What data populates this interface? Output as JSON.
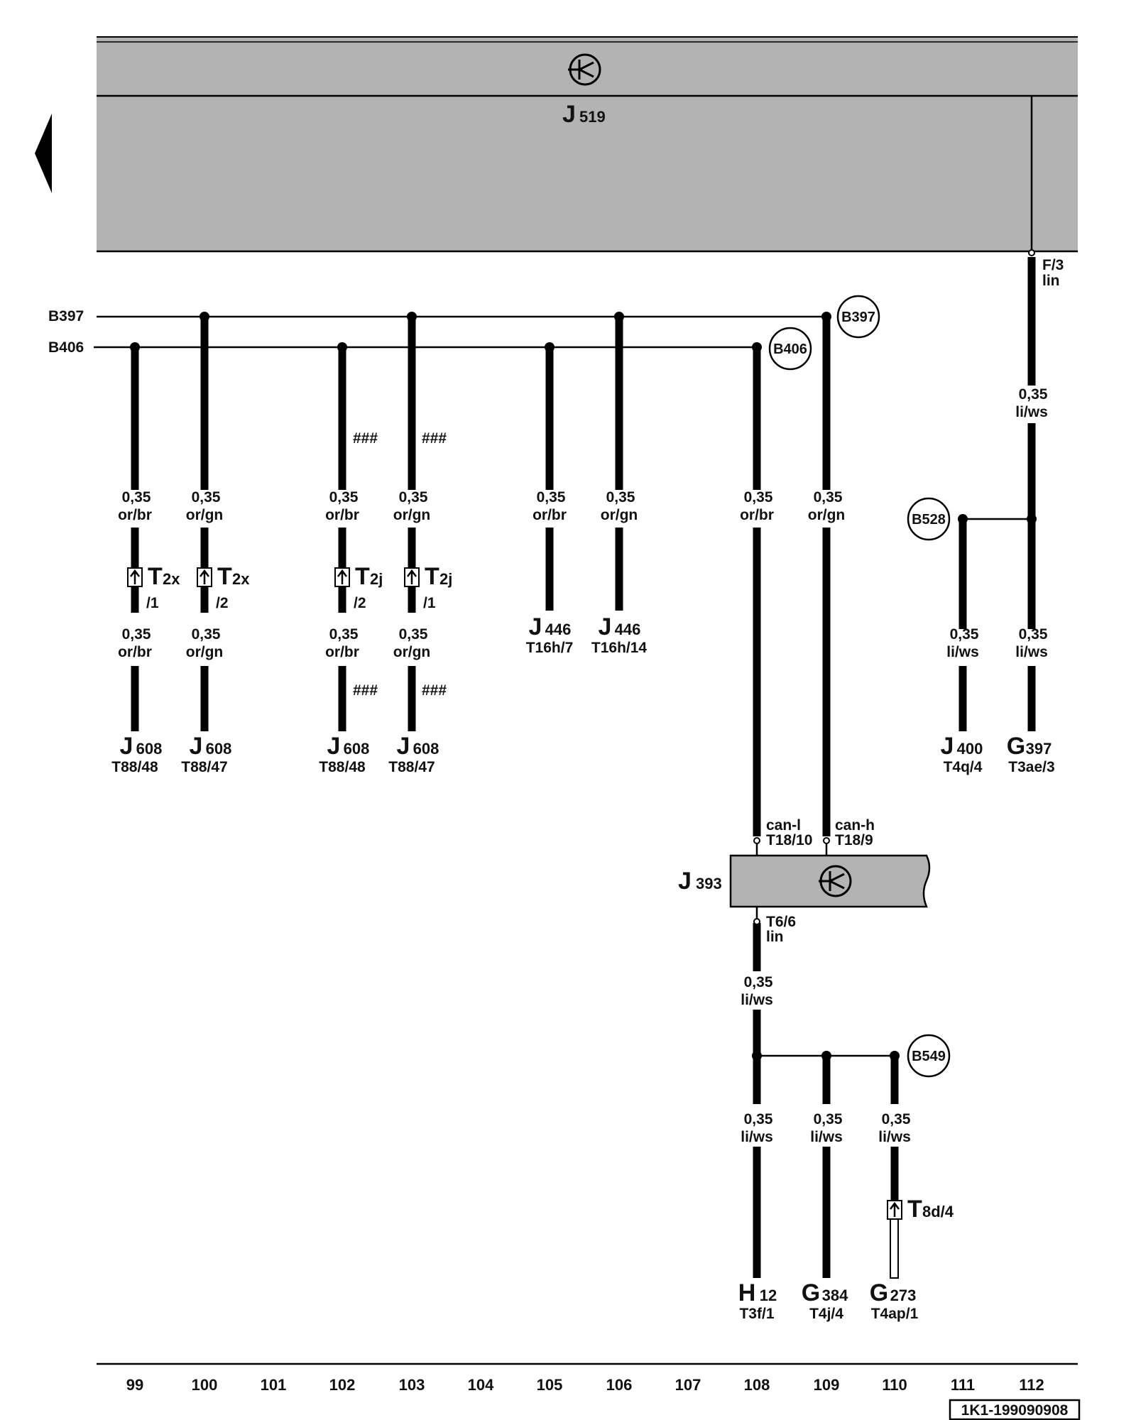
{
  "colors": {
    "module_fill": "#b3b3b3",
    "wire": "#000000",
    "background": "#ffffff"
  },
  "icons": {
    "control_unit_symbol": "network-transistor-icon",
    "connector_symbol": "connector-pin-icon",
    "page_back": "left-arrow-icon"
  },
  "modules": {
    "j519": {
      "name": "J",
      "sub": "519",
      "pin_label": "F/3",
      "pin_sub": "lin"
    },
    "j393": {
      "name": "J",
      "sub": "393",
      "pin_can_l": "can-l",
      "pin_can_l_term": "T18/10",
      "pin_can_h": "can-h",
      "pin_can_h_term": "T18/9",
      "pin_lin_term": "T6/6",
      "pin_lin": "lin"
    }
  },
  "buses": {
    "b397": "B397",
    "b406": "B406"
  },
  "junctions": {
    "b397": "B397",
    "b406": "B406",
    "b528": "B528",
    "b549": "B549"
  },
  "wires": {
    "w99a": {
      "size": "0,35",
      "color": "or/br"
    },
    "w100a": {
      "size": "0,35",
      "color": "or/gn"
    },
    "w102a": {
      "size": "0,35",
      "color": "or/br"
    },
    "w103a": {
      "size": "0,35",
      "color": "or/gn"
    },
    "w99b": {
      "size": "0,35",
      "color": "or/br"
    },
    "w100b": {
      "size": "0,35",
      "color": "or/gn"
    },
    "w102b": {
      "size": "0,35",
      "color": "or/br"
    },
    "w103b": {
      "size": "0,35",
      "color": "or/gn"
    },
    "w105": {
      "size": "0,35",
      "color": "or/br"
    },
    "w106": {
      "size": "0,35",
      "color": "or/gn"
    },
    "w108a": {
      "size": "0,35",
      "color": "or/br"
    },
    "w109a": {
      "size": "0,35",
      "color": "or/gn"
    },
    "w112a": {
      "size": "0,35",
      "color": "li/ws"
    },
    "w111": {
      "size": "0,35",
      "color": "li/ws"
    },
    "w112b": {
      "size": "0,35",
      "color": "li/ws"
    },
    "w108b": {
      "size": "0,35",
      "color": "li/ws"
    },
    "w108c": {
      "size": "0,35",
      "color": "li/ws"
    },
    "w109c": {
      "size": "0,35",
      "color": "li/ws"
    },
    "w110c": {
      "size": "0,35",
      "color": "li/ws"
    }
  },
  "connectors": {
    "c99": {
      "name": "T",
      "sub": "2x",
      "pin": "/1"
    },
    "c100": {
      "name": "T",
      "sub": "2x",
      "pin": "/2"
    },
    "c102": {
      "name": "T",
      "sub": "2j",
      "pin": "/2"
    },
    "c103": {
      "name": "T",
      "sub": "2j",
      "pin": "/1"
    },
    "c110": {
      "name": "T",
      "sub": "8d/4"
    }
  },
  "hash_marks": {
    "h1": "###",
    "h2": "###",
    "h3": "###",
    "h4": "###"
  },
  "components": {
    "e99": {
      "name": "J",
      "sub": "608",
      "pin": "T88/48"
    },
    "e100": {
      "name": "J",
      "sub": "608",
      "pin": "T88/47"
    },
    "e102": {
      "name": "J",
      "sub": "608",
      "pin": "T88/48"
    },
    "e103": {
      "name": "J",
      "sub": "608",
      "pin": "T88/47"
    },
    "e105": {
      "name": "J",
      "sub": "446",
      "pin": "T16h/7"
    },
    "e106": {
      "name": "J",
      "sub": "446",
      "pin": "T16h/14"
    },
    "e111": {
      "name": "J",
      "sub": "400",
      "pin": "T4q/4"
    },
    "e112": {
      "name": "G",
      "sub": "397",
      "pin": "T3ae/3"
    },
    "e108": {
      "name": "H",
      "sub": "12",
      "pin": "T3f/1"
    },
    "e109": {
      "name": "G",
      "sub": "384",
      "pin": "T4j/4"
    },
    "e110": {
      "name": "G",
      "sub": "273",
      "pin": "T4ap/1"
    }
  },
  "columns": [
    "99",
    "100",
    "101",
    "102",
    "103",
    "104",
    "105",
    "106",
    "107",
    "108",
    "109",
    "110",
    "111",
    "112"
  ],
  "doc_code": "1K1-199090908"
}
